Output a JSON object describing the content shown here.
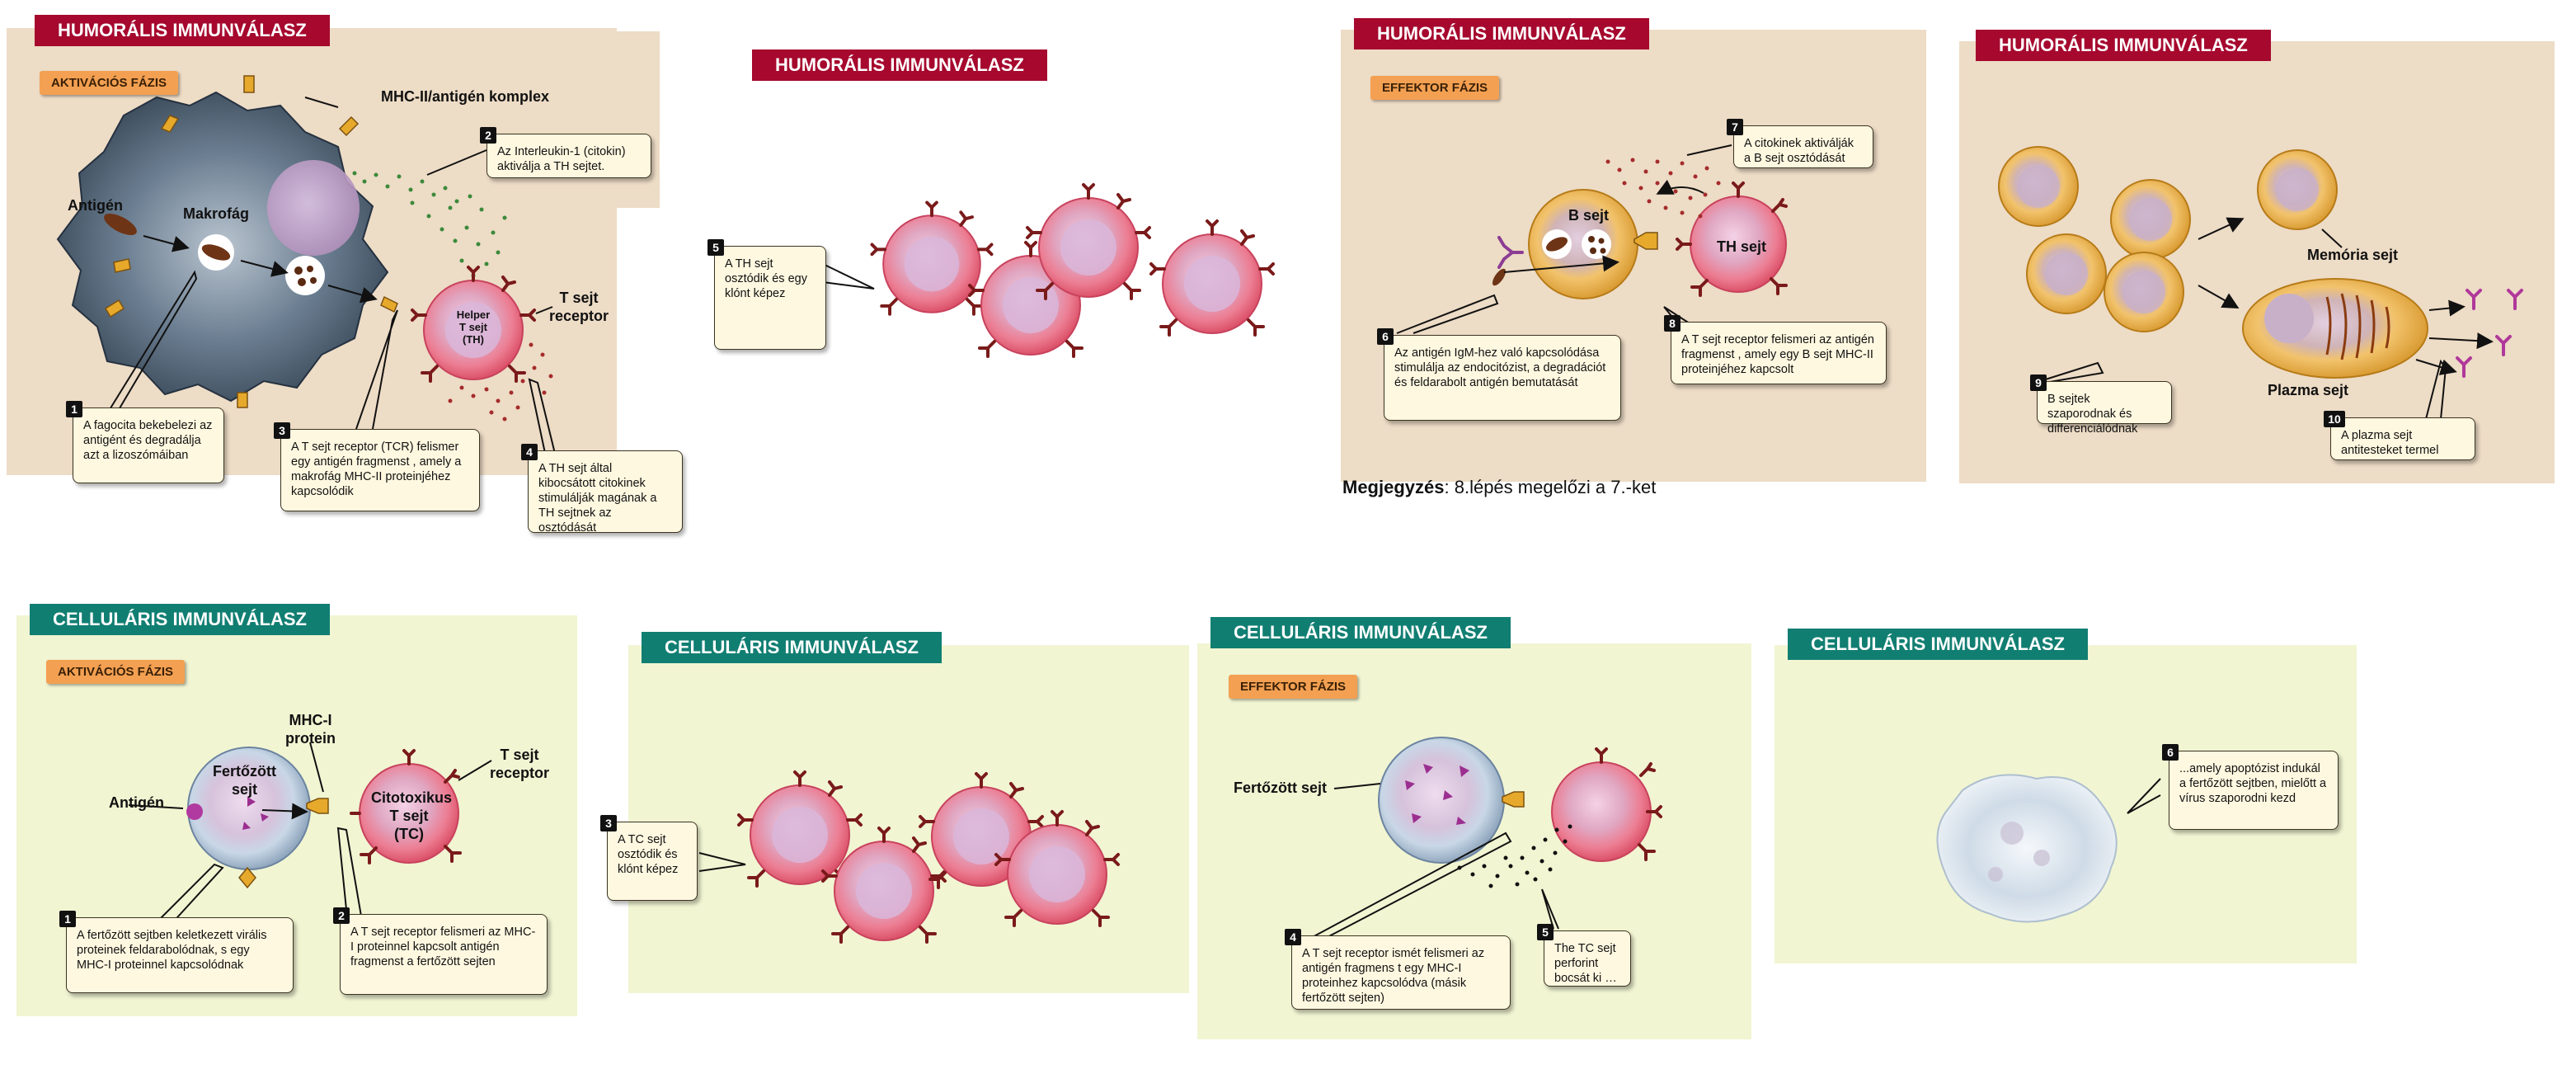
{
  "humoral": {
    "title": "HUMORÁLIS IMMUNVÁLASZ",
    "phase_activation": "AKTIVÁCIÓS FÁZIS",
    "phase_effector": "EFFEKTOR FÁZIS",
    "labels": {
      "mhc2": "MHC-II/antigén komplex",
      "antigen": "Antigén",
      "macrophage": "Makrofág",
      "tcell_receptor_line1": "T sejt",
      "tcell_receptor_line2": "receptor",
      "helper_line1": "Helper",
      "helper_line2": "T sejt",
      "helper_line3": "(TH)",
      "bcell": "B sejt",
      "th_cell": "TH sejt",
      "memory": "Memória sejt",
      "plasma": "Plazma sejt"
    },
    "steps": [
      {
        "n": "1",
        "text": "A fagocita bekebelezi az antigént és degradálja azt a lizoszómáiban"
      },
      {
        "n": "2",
        "text": "Az Interleukin-1 (citokin) aktiválja a TH sejtet."
      },
      {
        "n": "3",
        "text": "A T sejt receptor (TCR) felismer egy antigén fragmenst , amely a makrofág MHC-II proteinjéhez kapcsolódik"
      },
      {
        "n": "4",
        "text": "A TH sejt által kibocsátott citokinek stimulálják magának a TH sejtnek az osztódását"
      },
      {
        "n": "5",
        "text": "A TH sejt osztódik és egy klónt képez"
      },
      {
        "n": "6",
        "text": "Az antigén IgM-hez való kapcsolódása stimulálja az endocitózist, a degradációt és feldarabolt antigén bemutatását"
      },
      {
        "n": "7",
        "text": "A citokinek aktiválják a B sejt osztódását"
      },
      {
        "n": "8",
        "text": "A T sejt receptor felismeri az antigén fragmenst , amely egy B sejt MHC-II proteinjéhez kapcsolt"
      },
      {
        "n": "9",
        "text": "B sejtek szaporodnak és differenciálódnak"
      },
      {
        "n": "10",
        "text": "A plazma sejt antitesteket termel"
      }
    ]
  },
  "note": {
    "bold": "Megjegyzés",
    "rest": ": 8.lépés megelőzi a 7.-ket"
  },
  "cellular": {
    "title": "CELLULÁRIS IMMUNVÁLASZ",
    "phase_activation": "AKTIVÁCIÓS FÁZIS",
    "phase_effector": "EFFEKTOR FÁZIS",
    "labels": {
      "mhc1_line1": "MHC-I",
      "mhc1_line2": "protein",
      "infected_line1": "Fertőzött",
      "infected_line2": "sejt",
      "antigen": "Antigén",
      "cytotoxic_line1": "Citotoxikus",
      "cytotoxic_line2": "T sejt",
      "cytotoxic_line3": "(TC)",
      "tcell_receptor_line1": "T sejt",
      "tcell_receptor_line2": "receptor",
      "infected_cell": "Fertőzött sejt"
    },
    "steps": [
      {
        "n": "1",
        "text": "A fertőzött sejtben keletkezett virális proteinek feldarabolódnak, s egy MHC-I proteinnel kapcsolódnak"
      },
      {
        "n": "2",
        "text": "A T sejt receptor felismeri az MHC-I proteinnel kapcsolt antigén fragmenst a fertőzött sejten"
      },
      {
        "n": "3",
        "text": "A TC sejt osztódik és klónt képez"
      },
      {
        "n": "4",
        "text": "A T sejt receptor ismét felismeri az antigén fragmens t egy MHC-I proteinhez kapcsolódva (másik fertőzött sejten)"
      },
      {
        "n": "5",
        "text": "The TC sejt perforint bocsát ki …"
      },
      {
        "n": "6",
        "text": "...amely apoptózist indukál a fertőzött sejtben, mielőtt a vírus szaporodni kezd"
      }
    ]
  }
}
